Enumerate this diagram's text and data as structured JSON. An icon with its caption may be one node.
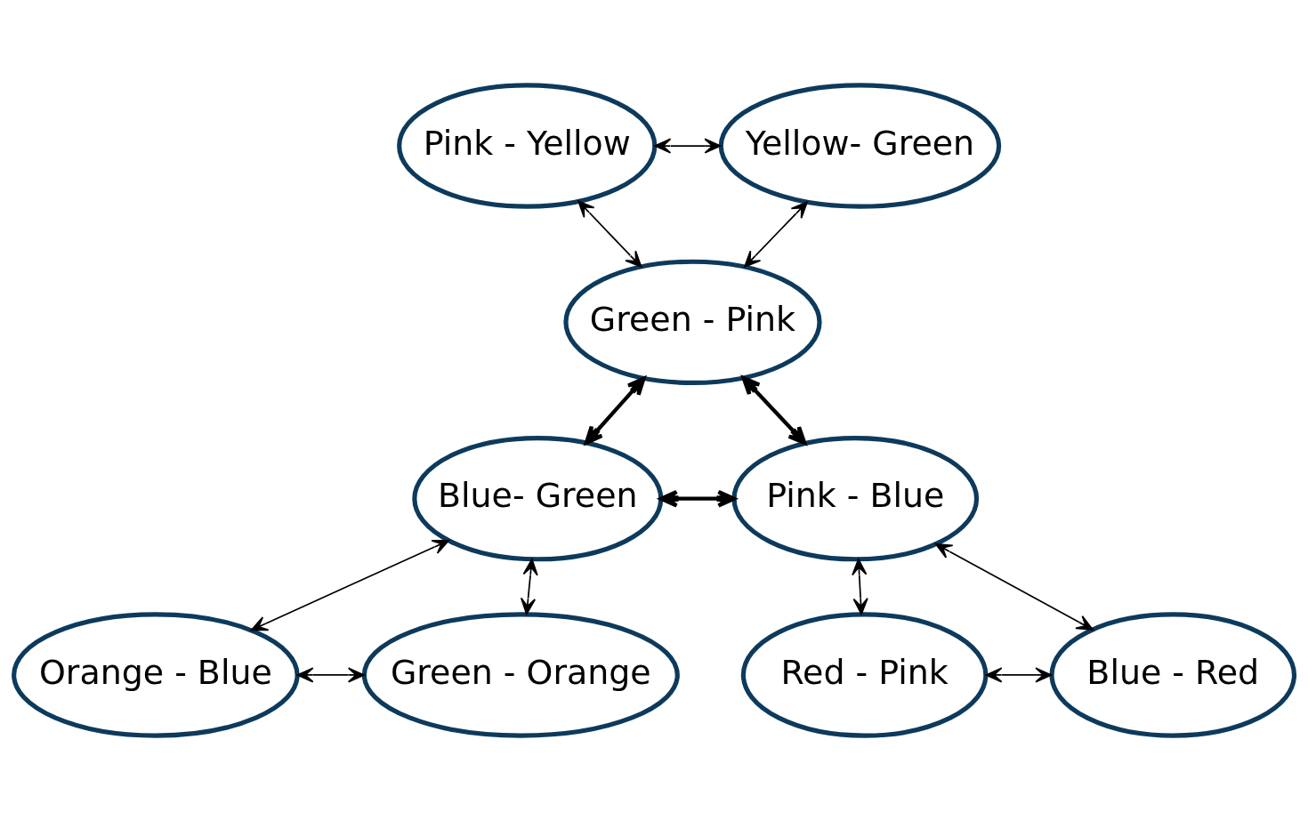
{
  "diagram": {
    "nodes": [
      {
        "text": [
          "Pink - Yellow"
        ]
      },
      {
        "text": [
          "Yellow- Green"
        ]
      },
      {
        "text": [
          "Green - Pink"
        ]
      },
      {
        "text": [
          "Blue- Green"
        ]
      },
      {
        "text": [
          "Pink - Blue"
        ]
      },
      {
        "text": [
          "Orange - Blue"
        ]
      },
      {
        "text": [
          "Green - Orange"
        ]
      },
      {
        "text": [
          "Red - Pink"
        ]
      },
      {
        "text": [
          "Blue - Red"
        ]
      }
    ],
    "edges": [
      {
        "from": 0,
        "to": 1,
        "arrow": "both"
      },
      {
        "from": 0,
        "to": 2,
        "arrow": "both"
      },
      {
        "from": 1,
        "to": 2,
        "arrow": "both"
      },
      {
        "from": 2,
        "to": 3,
        "arrow": "both",
        "style": "thick"
      },
      {
        "from": 2,
        "to": 4,
        "arrow": "both",
        "style": "thick"
      },
      {
        "from": 3,
        "to": 4,
        "arrow": "both",
        "style": "thick"
      },
      {
        "from": 3,
        "to": 5,
        "arrow": "both"
      },
      {
        "from": 3,
        "to": 6,
        "arrow": "both"
      },
      {
        "from": 4,
        "to": 7,
        "arrow": "both"
      },
      {
        "from": 4,
        "to": 8,
        "arrow": "both"
      },
      {
        "from": 5,
        "to": 6,
        "arrow": "both"
      },
      {
        "from": 7,
        "to": 8,
        "arrow": "both"
      }
    ]
  }
}
